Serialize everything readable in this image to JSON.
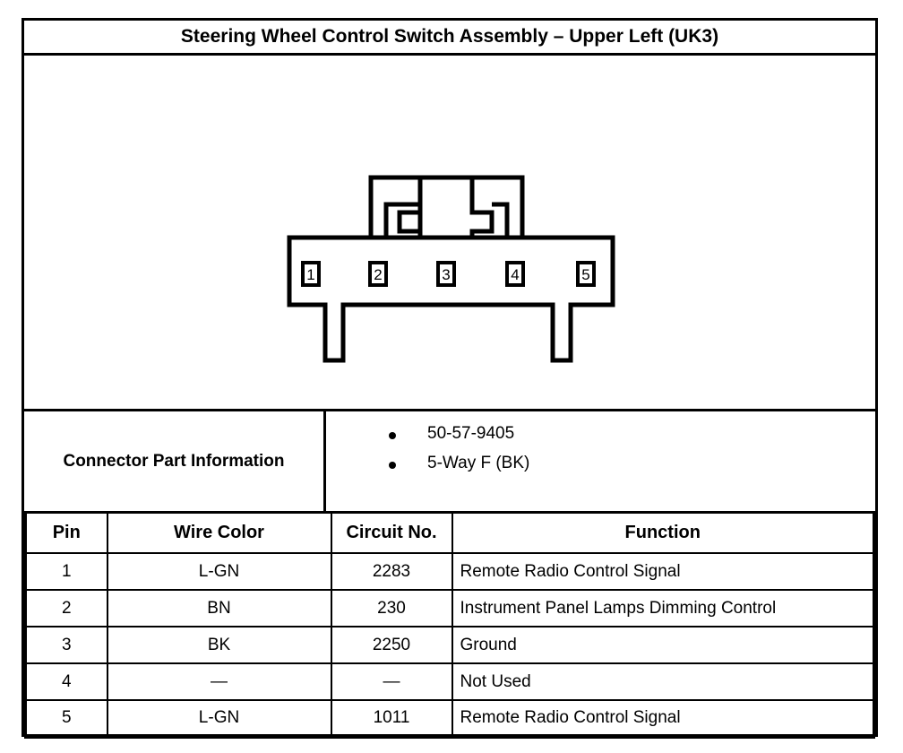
{
  "title": "Steering Wheel Control Switch Assembly – Upper Left (UK3)",
  "connector_diagram": {
    "view": "connector-end-view",
    "pin_labels": [
      "1",
      "2",
      "3",
      "4",
      "5"
    ],
    "line_color": "#000000",
    "fill_color": "#ffffff"
  },
  "part_info": {
    "label": "Connector Part Information",
    "bullets": [
      "50-57-9405",
      "5-Way F (BK)"
    ]
  },
  "pin_table": {
    "headers": [
      "Pin",
      "Wire Color",
      "Circuit No.",
      "Function"
    ],
    "rows": [
      {
        "pin": "1",
        "wire_color": "L-GN",
        "circuit_no": "2283",
        "function": "Remote Radio Control Signal"
      },
      {
        "pin": "2",
        "wire_color": "BN",
        "circuit_no": "230",
        "function": "Instrument Panel Lamps Dimming Control"
      },
      {
        "pin": "3",
        "wire_color": "BK",
        "circuit_no": "2250",
        "function": "Ground"
      },
      {
        "pin": "4",
        "wire_color": "—",
        "circuit_no": "—",
        "function": "Not Used"
      },
      {
        "pin": "5",
        "wire_color": "L-GN",
        "circuit_no": "1011",
        "function": "Remote Radio Control Signal"
      }
    ]
  }
}
